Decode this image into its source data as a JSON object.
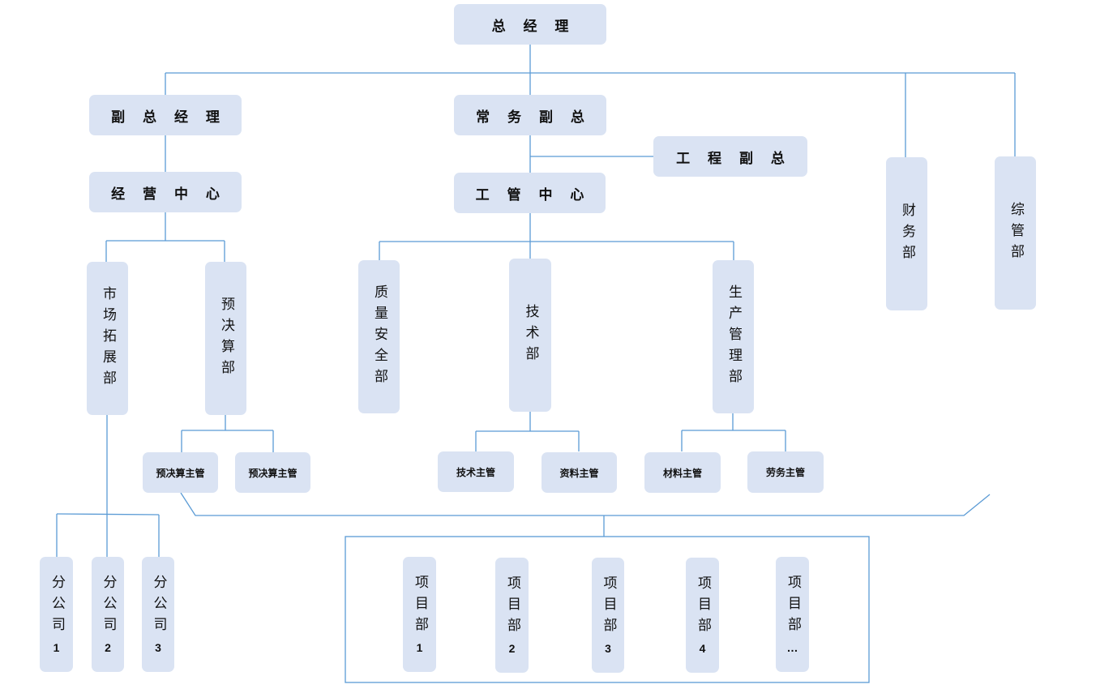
{
  "colors": {
    "box_fill": "#dae3f3",
    "connector": "#5b9bd5",
    "text": "#111111"
  },
  "chart": {
    "title_node": "总 经 理",
    "level2": {
      "deputy_gm": "副 总 经 理",
      "executive_deputy": "常 务 副 总",
      "engineering_deputy": "工 程 副 总",
      "finance": "财务部",
      "admin": "综管部"
    },
    "centers": {
      "business": "经 营 中 心",
      "engineering_mgmt": "工 管 中 心"
    },
    "departments": {
      "market": "市场拓展部",
      "budget": "预决算部",
      "quality_safety": "质量安全部",
      "technical": "技术部",
      "production": "生产管理部"
    },
    "supervisors": [
      "预决算主管",
      "预决算主管",
      "技术主管",
      "资料主管",
      "材料主管",
      "劳务主管"
    ],
    "branches": [
      {
        "label": "分公司",
        "num": "1"
      },
      {
        "label": "分公司",
        "num": "2"
      },
      {
        "label": "分公司",
        "num": "3"
      }
    ],
    "projects": [
      {
        "label": "项目部",
        "num": "1"
      },
      {
        "label": "项目部",
        "num": "2"
      },
      {
        "label": "项目部",
        "num": "3"
      },
      {
        "label": "项目部",
        "num": "4"
      },
      {
        "label": "项目部",
        "num": "…"
      }
    ]
  }
}
